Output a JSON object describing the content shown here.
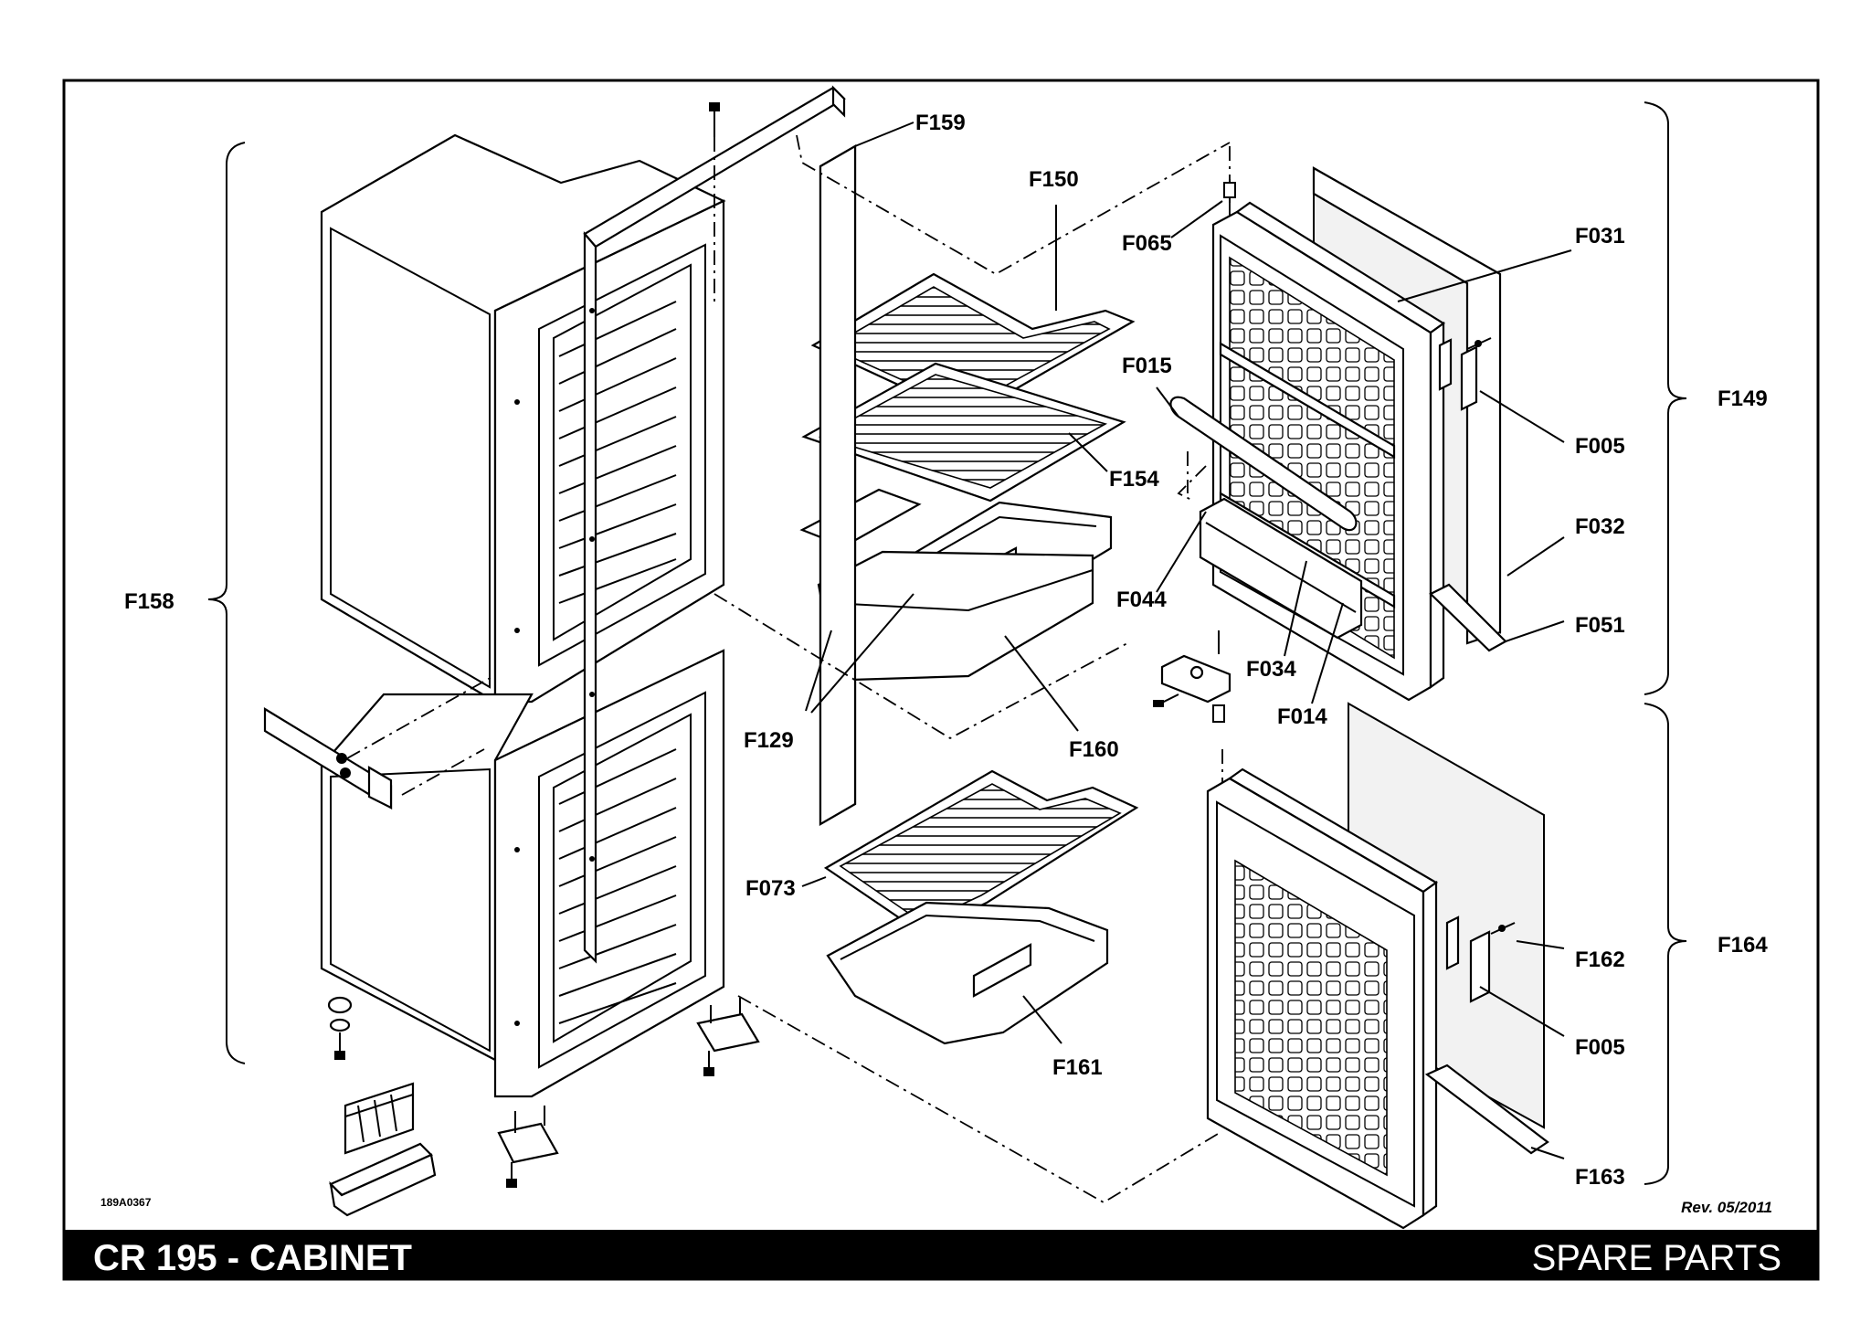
{
  "drawing": {
    "drawing_number": "189A0367",
    "revision": "Rev. 05/2011",
    "footer_title": "CR 195 - CABINET",
    "footer_section": "SPARE PARTS"
  },
  "callouts": {
    "F159": "F159",
    "F150": "F150",
    "F065": "F065",
    "F031": "F031",
    "F149": "F149",
    "F015": "F015",
    "F005a": "F005",
    "F154": "F154",
    "F032": "F032",
    "F158": "F158",
    "F044": "F044",
    "F051": "F051",
    "F034": "F034",
    "F014": "F014",
    "F129": "F129",
    "F160": "F160",
    "F073": "F073",
    "F164": "F164",
    "F162": "F162",
    "F005b": "F005",
    "F161": "F161",
    "F163": "F163"
  }
}
